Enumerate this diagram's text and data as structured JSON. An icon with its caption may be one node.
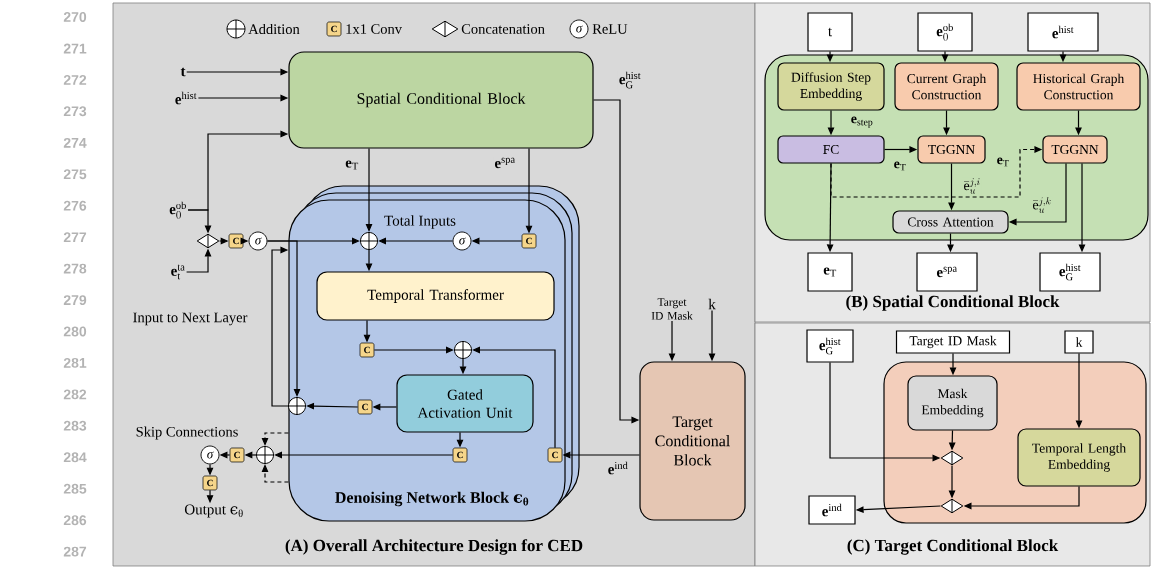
{
  "diagram": {
    "nodes": [
      {
        "text": [
          "(A) Overall Architecture Design for CED"
        ]
      },
      {
        "text": [
          "(B) Spatial Conditional Block"
        ]
      },
      {
        "text": [
          "(C) Target Conditional Block"
        ]
      },
      {
        "text": [
          "Spatial Conditional Block"
        ],
        "in": 0
      },
      {
        "text": [
          "\\mathbf{t}"
        ],
        "in": 0
      },
      {
        "text": [
          "\\mathbf{e}^{\\mathrm{hist}}"
        ],
        "in": 0
      },
      {
        "text": [
          "\\mathbf{e}_{0}^{\\mathrm{ob}}"
        ],
        "in": 0
      },
      {
        "text": [
          "\\mathbf{e}_{\\mathrm{t}}^{\\mathrm{ta}}"
        ],
        "in": 0
      },
      {
        "text": [],
        "shape": "diamond",
        "in": 0
      },
      {
        "text": [
          "C"
        ],
        "in": 0
      },
      {
        "text": [
          "σ"
        ],
        "in": 0
      },
      {
        "text": [
          "Denoising Network Block ϵ$_{θ}$"
        ],
        "in": 0
      },
      {
        "text": [],
        "shape": "circle",
        "in": 11
      },
      {
        "text": [
          "σ"
        ],
        "in": 11
      },
      {
        "text": [
          "C"
        ],
        "in": 11
      },
      {
        "text": [
          "Temporal Transformer"
        ],
        "in": 11
      },
      {
        "text": [
          "C"
        ],
        "in": 11
      },
      {
        "text": [],
        "shape": "circle",
        "in": 11
      },
      {
        "text": [
          "Gated Activation Unit"
        ],
        "in": 11
      },
      {
        "text": [
          "C"
        ],
        "in": 11
      },
      {
        "text": [],
        "shape": "circle",
        "in": 11
      },
      {
        "text": [
          "C"
        ],
        "in": 11
      },
      {
        "text": [
          "C"
        ],
        "in": 11
      },
      {
        "text": [],
        "shape": "circle",
        "in": 0
      },
      {
        "text": [
          "C"
        ],
        "in": 0
      },
      {
        "text": [
          "σ"
        ],
        "in": 0
      },
      {
        "text": [
          "C"
        ],
        "in": 0
      },
      {
        "text": [
          "Output ϵ$_{θ}$"
        ],
        "in": 0
      },
      {
        "text": [
          "Target Conditional Block"
        ],
        "in": 0
      },
      {
        "text": [
          "Target ID Mask"
        ],
        "in": 0
      },
      {
        "text": [
          "k"
        ],
        "in": 0
      },
      {
        "text": [
          "t"
        ],
        "in": 1
      },
      {
        "text": [
          "\\mathbf{e}_{0}^{\\mathrm{ob}}"
        ],
        "in": 1
      },
      {
        "text": [
          "\\mathbf{e}^{\\mathrm{hist}}"
        ],
        "in": 1
      },
      {
        "text": [],
        "shape": "box",
        "in": 1
      },
      {
        "text": [
          "Diffusion Step Embedding"
        ],
        "in": 34
      },
      {
        "text": [
          "Current Graph Construction"
        ],
        "in": 34
      },
      {
        "text": [
          "Historical Graph Construction"
        ],
        "in": 34
      },
      {
        "text": [
          "FC"
        ],
        "in": 34
      },
      {
        "text": [
          "TGGNN"
        ],
        "in": 34
      },
      {
        "text": [
          "TGGNN"
        ],
        "in": 34
      },
      {
        "text": [
          "Cross Attention"
        ],
        "in": 34
      },
      {
        "text": [
          "\\mathbf{e}_{\\mathrm{T}}"
        ],
        "in": 1
      },
      {
        "text": [
          "\\mathbf{e}^{\\mathrm{spa}}"
        ],
        "in": 1
      },
      {
        "text": [
          "\\mathbf{e}_{\\mathrm{G}}^{\\mathrm{hist}}"
        ],
        "in": 1
      },
      {
        "text": [
          "\\mathbf{e}_{\\mathrm{G}}^{\\mathrm{hist}}"
        ],
        "in": 2
      },
      {
        "text": [
          "Target ID Mask"
        ],
        "in": 2
      },
      {
        "text": [
          "k"
        ],
        "in": 2
      },
      {
        "text": [],
        "shape": "box",
        "in": 2
      },
      {
        "text": [
          "Mask Embedding"
        ],
        "in": 48
      },
      {
        "text": [
          "Temporal Length Embedding"
        ],
        "in": 48
      },
      {
        "text": [],
        "shape": "diamond",
        "in": 48
      },
      {
        "text": [],
        "shape": "diamond",
        "in": 48
      },
      {
        "text": [
          "\\mathbf{e}^{\\mathrm{ind}}"
        ],
        "in": 2
      }
    ],
    "edges": [
      {
        "from": 4,
        "to": 3,
        "arrow": "to"
      },
      {
        "from": 5,
        "to": 3,
        "arrow": "to"
      },
      {
        "from": 6,
        "to": 3,
        "arrow": "to"
      },
      {
        "from": 6,
        "to": 8,
        "arrow": "to"
      },
      {
        "from": 7,
        "to": 8,
        "arrow": "to"
      },
      {
        "from": 8,
        "to": 9,
        "arrow": "to"
      },
      {
        "from": 9,
        "to": 10,
        "arrow": "to"
      },
      {
        "from": 10,
        "to": 12,
        "arrow": "to"
      },
      {
        "from": 10,
        "to": 20,
        "arrow": "to"
      },
      {
        "from": 3,
        "to": 12,
        "arrow": "to",
        "label": "\\mathbf{e}_{\\mathrm{T}}"
      },
      {
        "from": 3,
        "to": 14,
        "arrow": "to",
        "label": "\\mathbf{e}^{\\mathrm{spa}}"
      },
      {
        "from": 14,
        "to": 13,
        "arrow": "to"
      },
      {
        "from": 13,
        "to": 12,
        "arrow": "to"
      },
      {
        "from": 12,
        "to": 15,
        "arrow": "to"
      },
      {
        "from": 15,
        "to": 16,
        "arrow": "to"
      },
      {
        "from": 16,
        "to": 17,
        "arrow": "to"
      },
      {
        "from": 17,
        "to": 18,
        "arrow": "to"
      },
      {
        "from": 22,
        "to": 17,
        "arrow": "to"
      },
      {
        "from": 18,
        "to": 19,
        "arrow": "to"
      },
      {
        "from": 19,
        "to": 20,
        "arrow": "to"
      },
      {
        "from": 20,
        "to": 11,
        "arrow": "to"
      },
      {
        "from": 18,
        "to": 21,
        "arrow": "to"
      },
      {
        "from": 21,
        "to": 23,
        "arrow": "to"
      },
      {
        "from": 11,
        "to": 23,
        "arrow": "to",
        "style": "dashed"
      },
      {
        "from": 11,
        "to": 23,
        "arrow": "to",
        "style": "dashed"
      },
      {
        "from": 23,
        "to": 24,
        "arrow": "to"
      },
      {
        "from": 24,
        "to": 25,
        "arrow": "to"
      },
      {
        "from": 25,
        "to": 26,
        "arrow": "to"
      },
      {
        "from": 26,
        "to": 27,
        "arrow": "to"
      },
      {
        "from": 3,
        "to": 28,
        "arrow": "to",
        "label": "\\mathbf{e}_{\\mathrm{G}}^{\\mathrm{hist}}"
      },
      {
        "from": 29,
        "to": 28,
        "arrow": "to"
      },
      {
        "from": 30,
        "to": 28,
        "arrow": "to"
      },
      {
        "from": 28,
        "to": 22,
        "arrow": "to",
        "label": "\\mathbf{e}^{\\mathrm{ind}}"
      },
      {
        "from": 31,
        "to": 35,
        "arrow": "to"
      },
      {
        "from": 32,
        "to": 36,
        "arrow": "to"
      },
      {
        "from": 33,
        "to": 37,
        "arrow": "to"
      },
      {
        "from": 35,
        "to": 38,
        "arrow": "to",
        "label": "\\mathbf{e}_{\\mathrm{step}}"
      },
      {
        "from": 38,
        "to": 39,
        "arrow": "to",
        "label": "\\mathbf{e}_{\\mathrm{T}}"
      },
      {
        "from": 36,
        "to": 39,
        "arrow": "to"
      },
      {
        "from": 37,
        "to": 40,
        "arrow": "to"
      },
      {
        "from": 38,
        "to": 40,
        "arrow": "to",
        "style": "dashed",
        "label": "\\mathbf{e}_{\\mathrm{T}}"
      },
      {
        "from": 39,
        "to": 41,
        "arrow": "to",
        "label": "\\bar{\\mathrm{e}}_{u}^{j,i}"
      },
      {
        "from": 40,
        "to": 41,
        "arrow": "to",
        "label": "\\bar{\\mathrm{e}}_{u}^{j,k}"
      },
      {
        "from": 40,
        "to": 44,
        "arrow": "to"
      },
      {
        "from": 41,
        "to": 43,
        "arrow": "to"
      },
      {
        "from": 38,
        "to": 42,
        "arrow": "to"
      },
      {
        "from": 45,
        "to": 51,
        "arrow": "to"
      },
      {
        "from": 46,
        "to": 49,
        "arrow": "to"
      },
      {
        "from": 49,
        "to": 51,
        "arrow": "to"
      },
      {
        "from": 47,
        "to": 50,
        "arrow": "to"
      },
      {
        "from": 51,
        "to": 52,
        "arrow": "to"
      },
      {
        "from": 50,
        "to": 52,
        "arrow": "to"
      },
      {
        "from": 52,
        "to": 53,
        "arrow": "to"
      }
    ],
    "labels": [
      "270",
      "271",
      "272",
      "273",
      "274",
      "275",
      "276",
      "277",
      "278",
      "279",
      "280",
      "281",
      "282",
      "283",
      "284",
      "285",
      "286",
      "287",
      "C",
      "σ",
      "Total Inputs",
      "Input to Next Layer",
      "Skip Connections"
    ],
    "legend": [
      {
        "text": "Addition"
      },
      {
        "text": "1x1 Conv"
      },
      {
        "text": "Concatenation"
      },
      {
        "text": "ReLU"
      }
    ]
  }
}
